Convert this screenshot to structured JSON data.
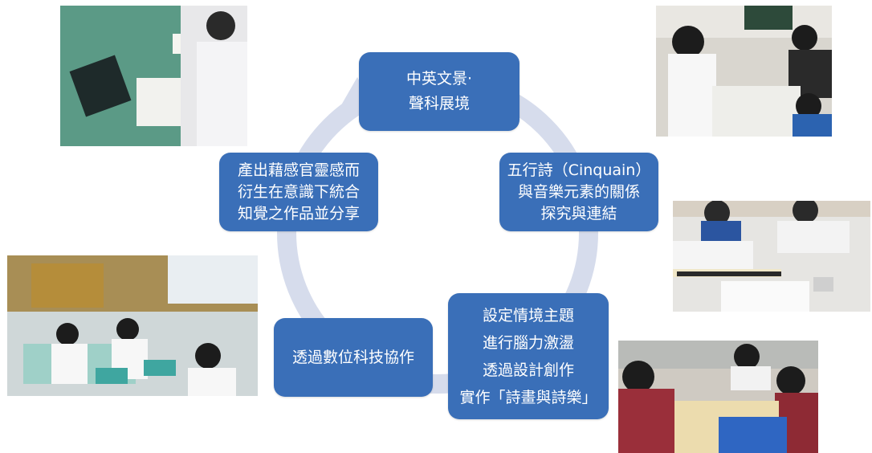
{
  "diagram": {
    "nodes": [
      {
        "id": "node-1",
        "lines": [
          "中英文景·",
          "聲科展境"
        ]
      },
      {
        "id": "node-2",
        "lines": [
          "五行詩（Cinquain）",
          "與音樂元素的關係",
          "探究與連結"
        ]
      },
      {
        "id": "node-3",
        "lines": [
          "設定情境主題",
          "進行腦力激盪",
          "透過設計創作",
          "實作「詩畫與詩樂」"
        ]
      },
      {
        "id": "node-4",
        "lines": [
          "透過數位科技協作"
        ]
      },
      {
        "id": "node-5",
        "lines": [
          "產出藉感官靈感而",
          "衍生在意識下統合",
          "知覺之作品並分享"
        ]
      }
    ],
    "colors": {
      "node_fill": "#3a6fb8",
      "ring": "#d6dcec",
      "node_text": "#ffffff"
    }
  },
  "photos": [
    {
      "id": "photo-top-left",
      "subject": "tablets-and-worksheets-on-desk"
    },
    {
      "id": "photo-top-right",
      "subject": "students-working-at-table"
    },
    {
      "id": "photo-mid-right",
      "subject": "recorder-and-worksheet"
    },
    {
      "id": "photo-bottom-left",
      "subject": "classroom-with-tablets"
    },
    {
      "id": "photo-bottom-right",
      "subject": "girls-drawing-at-table"
    }
  ]
}
